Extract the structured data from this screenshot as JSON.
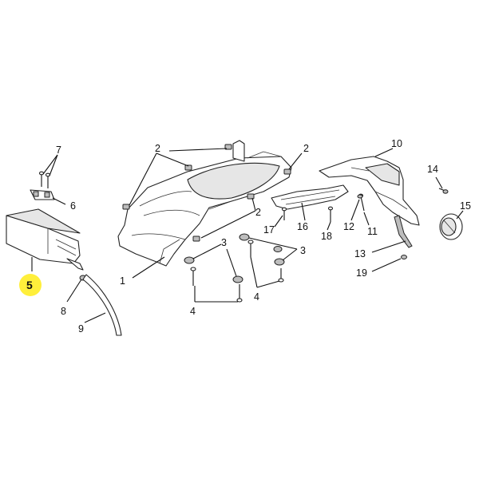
{
  "highlight_color": "#ffef3b",
  "highlighted_part": "5",
  "callouts": {
    "p1": "1",
    "p2a": "2",
    "p2b": "2",
    "p2c": "2",
    "p3a": "3",
    "p3b": "3",
    "p4a": "4",
    "p4b": "4",
    "p5": "5",
    "p6": "6",
    "p7": "7",
    "p8": "8",
    "p9": "9",
    "p10": "10",
    "p11": "11",
    "p12": "12",
    "p13": "13",
    "p14": "14",
    "p15": "15",
    "p16": "16",
    "p17": "17",
    "p18": "18",
    "p19": "19"
  }
}
